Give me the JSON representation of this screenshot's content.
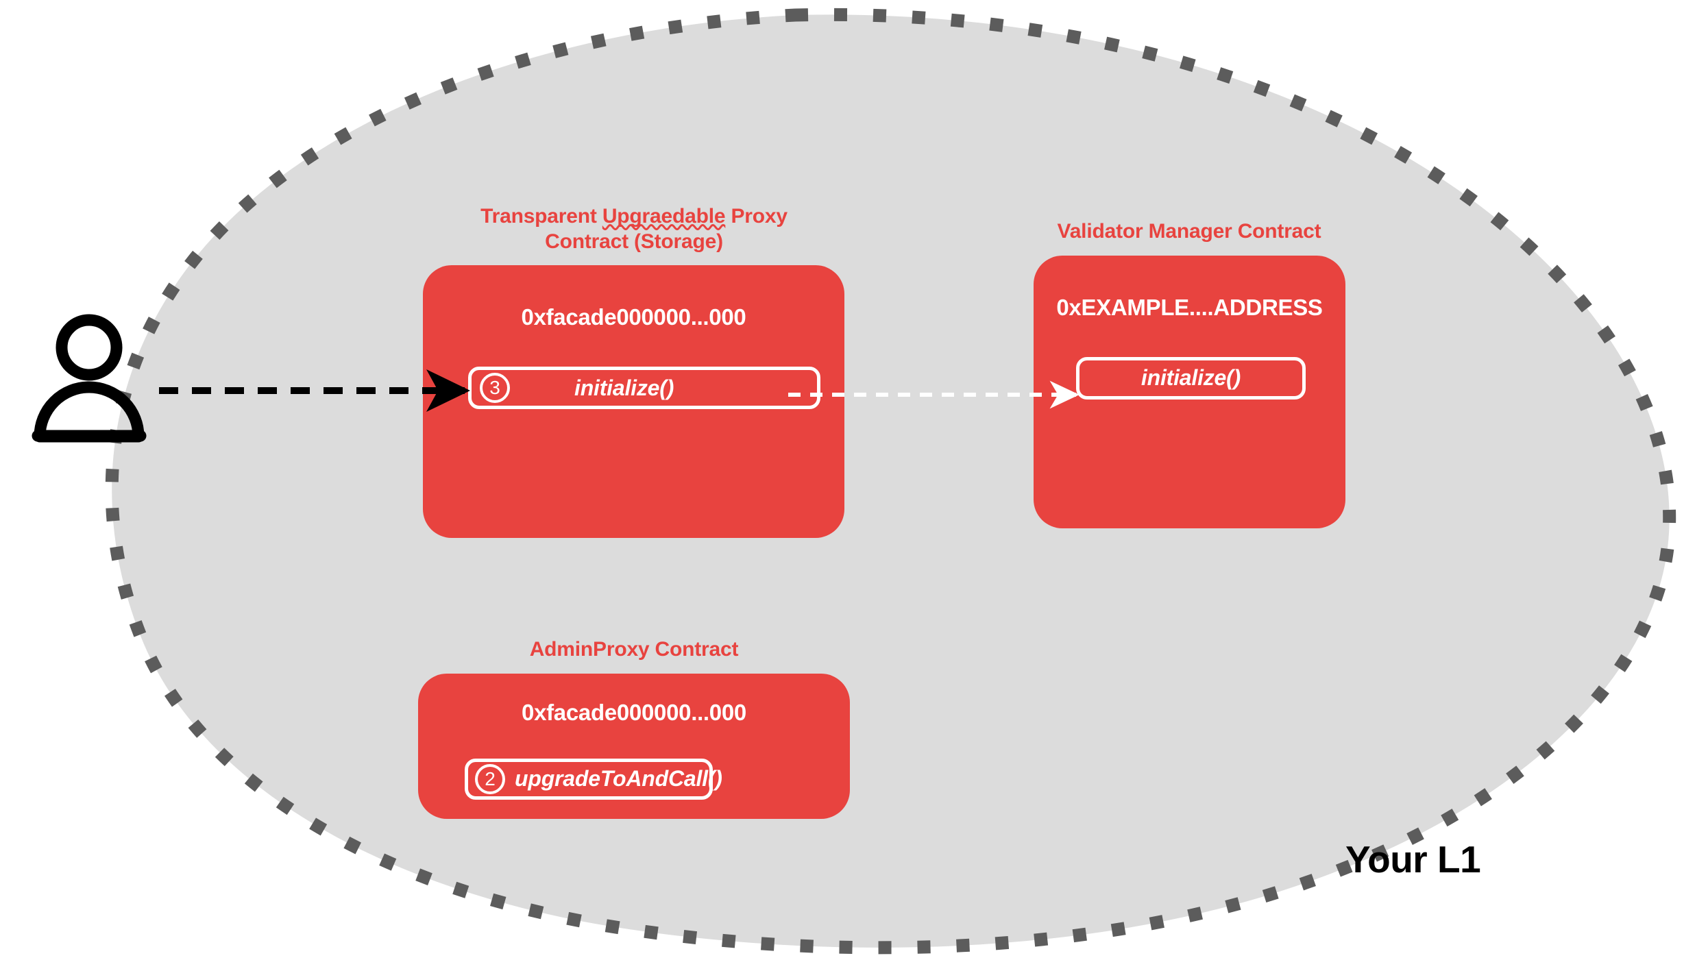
{
  "region": {
    "label": "Your L1",
    "fill_color": "#dcdcdc",
    "border_color": "#5c5c5c",
    "border_style": "dashed"
  },
  "actor": {
    "icon": "person-icon"
  },
  "accent_color": "#E8433F",
  "contracts": [
    {
      "id": "transparent-upgradeable-proxy",
      "title_line1": "Transparent ",
      "title_misspelled": "Upgraedable",
      "title_line1_tail": " Proxy",
      "title_line2": "Contract (Storage)",
      "address": "0xfacade000000...000",
      "function": {
        "step": "3",
        "name": "initialize()"
      }
    },
    {
      "id": "validator-manager",
      "title": "Validator Manager Contract",
      "address": "0xEXAMPLE....ADDRESS",
      "function": {
        "step": "",
        "name": "initialize()"
      }
    },
    {
      "id": "admin-proxy",
      "title": "AdminProxy  Contract",
      "address": "0xfacade000000...000",
      "function": {
        "step": "2",
        "name": "upgradeToAndCall()"
      }
    }
  ],
  "arrows": [
    {
      "id": "user-to-proxy",
      "color": "#000000",
      "style": "dashed",
      "from": "actor",
      "to": "transparent-upgradeable-proxy.initialize"
    },
    {
      "id": "proxy-to-validator-manager",
      "color": "#ffffff",
      "style": "dashed",
      "from": "transparent-upgradeable-proxy.initialize",
      "to": "validator-manager.initialize"
    }
  ]
}
